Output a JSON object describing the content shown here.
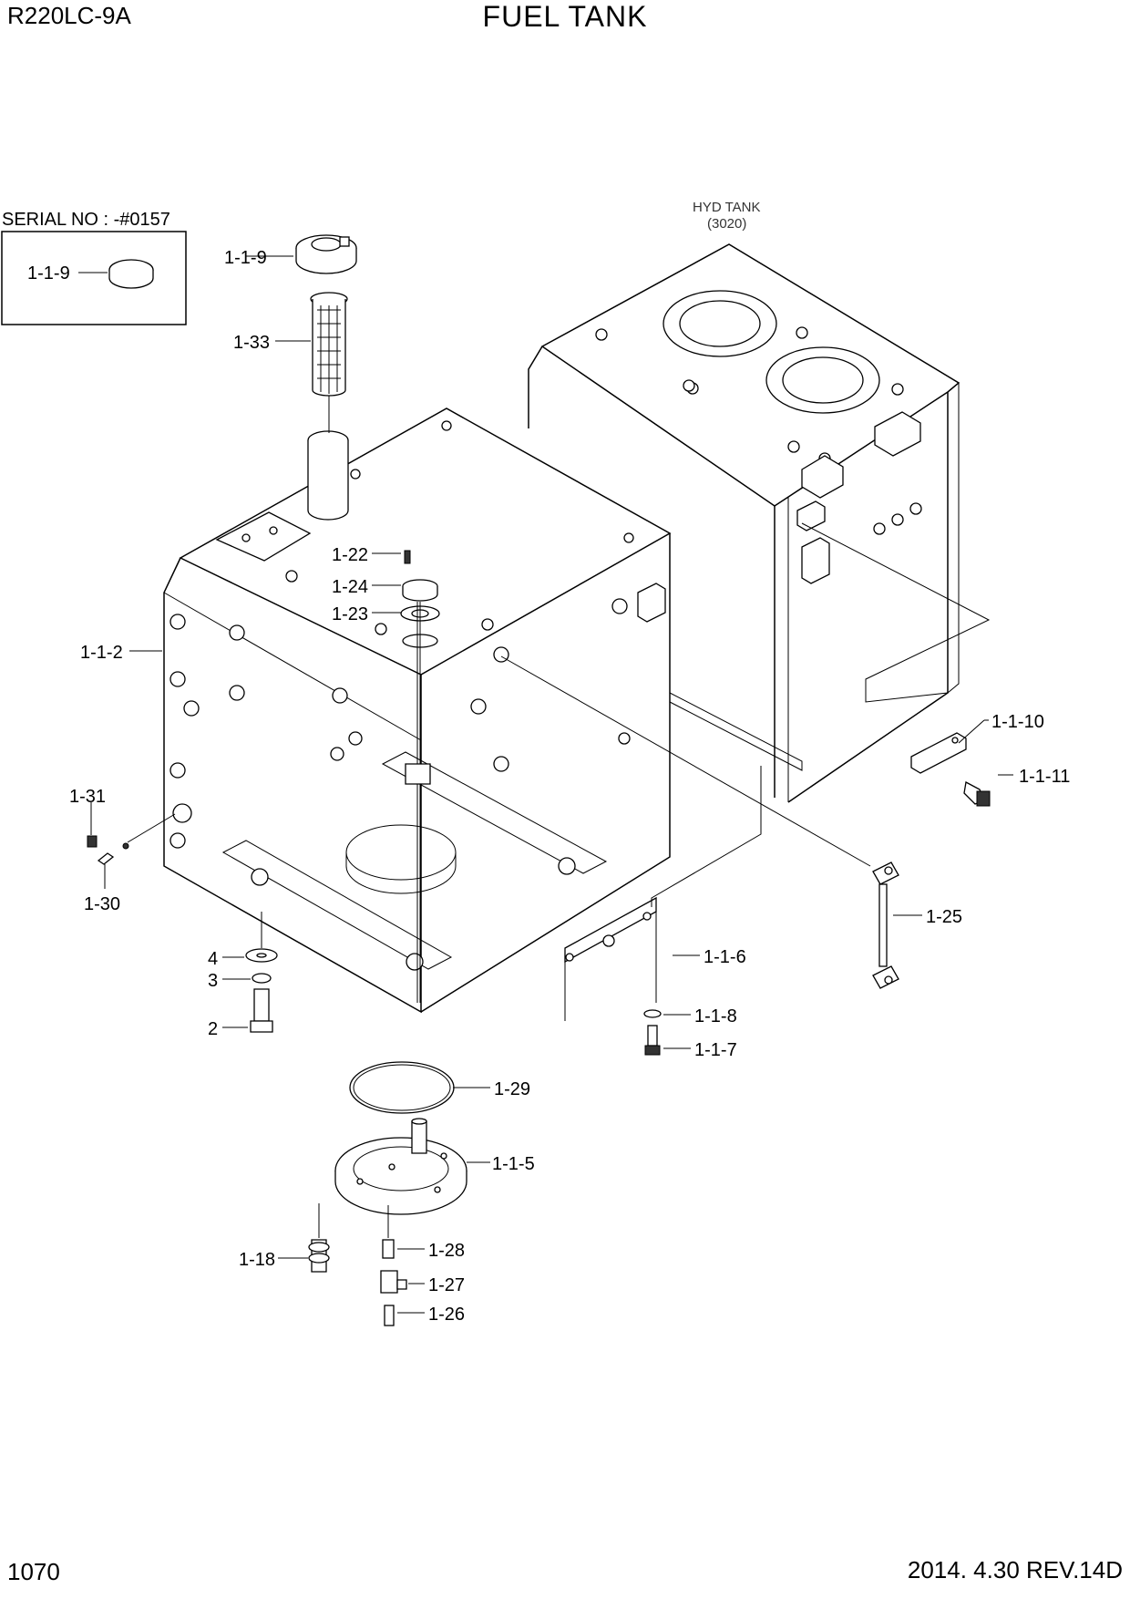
{
  "header": {
    "model": "R220LC-9A",
    "title": "FUEL TANK"
  },
  "footer": {
    "page_number": "1070",
    "revision": "2014. 4.30  REV.14D"
  },
  "serial_note": "SERIAL NO : -#0157",
  "hyd_tank": {
    "label": "HYD TANK",
    "ref": "(3020)"
  },
  "callouts": {
    "c_1_1_9_inset": "1-1-9",
    "c_1_1_9": "1-1-9",
    "c_1_33": "1-33",
    "c_1_22": "1-22",
    "c_1_24": "1-24",
    "c_1_23": "1-23",
    "c_1_1_2": "1-1-2",
    "c_1_31": "1-31",
    "c_1_30": "1-30",
    "c_4": "4",
    "c_3": "3",
    "c_2": "2",
    "c_1_1_10": "1-1-10",
    "c_1_1_11": "1-1-11",
    "c_1_25": "1-25",
    "c_1_1_6": "1-1-6",
    "c_1_1_8": "1-1-8",
    "c_1_1_7": "1-1-7",
    "c_1_29": "1-29",
    "c_1_1_5": "1-1-5",
    "c_1_18": "1-18",
    "c_1_28": "1-28",
    "c_1_27": "1-27",
    "c_1_26": "1-26"
  }
}
